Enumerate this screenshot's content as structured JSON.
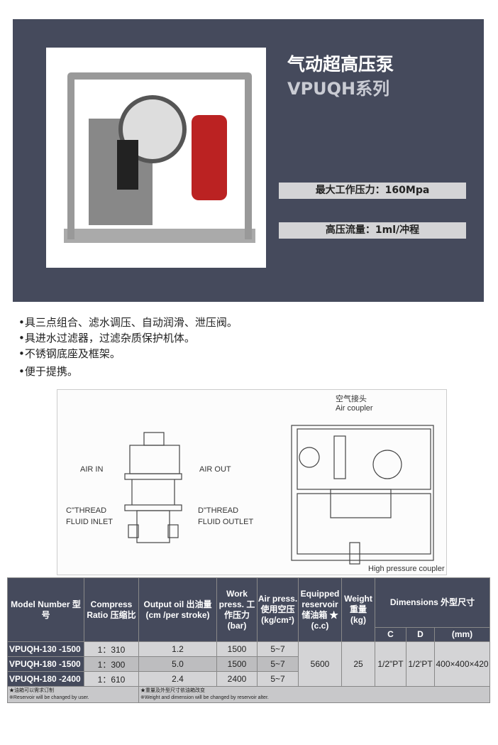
{
  "hero": {
    "title": "气动超高压泵",
    "subtitle": "VPUQH系列",
    "spec1": "最大工作压力：160Mpa",
    "spec2": "高压流量：1ml/冲程"
  },
  "features": [
    "•具三点组合、滤水调压、自动润滑、泄压阀。",
    "•具进水过滤器，过滤杂质保护机体。",
    "•不锈钢底座及框架。",
    "•便于提携。"
  ],
  "diagram": {
    "air_in": "AIR IN",
    "air_out": "AIR OUT",
    "c_thread": "C\"THREAD",
    "fluid_inlet": "FLUID INLET",
    "d_thread": "D\"THREAD",
    "fluid_outlet": "FLUID OUTLET",
    "air_coupler_cn": "空气接头",
    "air_coupler": "Air coupler",
    "hp_coupler": "High pressure coupler"
  },
  "table": {
    "headers": {
      "model": "Model Number 型号",
      "ratio": "Compress Ratio 压缩比",
      "output": "Output oil 出油量 (cm /per stroke)",
      "work": "Work press. 工作压力 (bar)",
      "air": "Air press. 使用空压 (kg/cm²)",
      "reservoir": "Equipped reservoir 储油箱 ★ (c.c)",
      "weight": "Weight 重量 (kg)",
      "dims": "Dimensions 外型尺寸",
      "c": "C",
      "d": "D",
      "mm": "(mm)"
    },
    "rows": [
      {
        "model": "VPUQH-130 -1500",
        "ratio": "1：310",
        "output": "1.2",
        "work": "1500",
        "air": "5~7"
      },
      {
        "model": "VPUQH-180 -1500",
        "ratio": "1：300",
        "output": "5.0",
        "work": "1500",
        "air": "5~7"
      },
      {
        "model": "VPUQH-180 -2400",
        "ratio": "1：610",
        "output": "2.4",
        "work": "2400",
        "air": "5~7"
      }
    ],
    "shared": {
      "reservoir": "5600",
      "weight": "25",
      "c": "1/2\"PT",
      "d": "1/2'PT",
      "mm": "400×400×420"
    },
    "notes": {
      "n1_cn": "★油箱可以需求订制",
      "n1_en": "※Reservoir will be changed by user.",
      "n2_cn": "★重量及外型尺寸依油箱改变",
      "n2_en": "※Weight and dimension will be changed by reservoir alter."
    }
  }
}
